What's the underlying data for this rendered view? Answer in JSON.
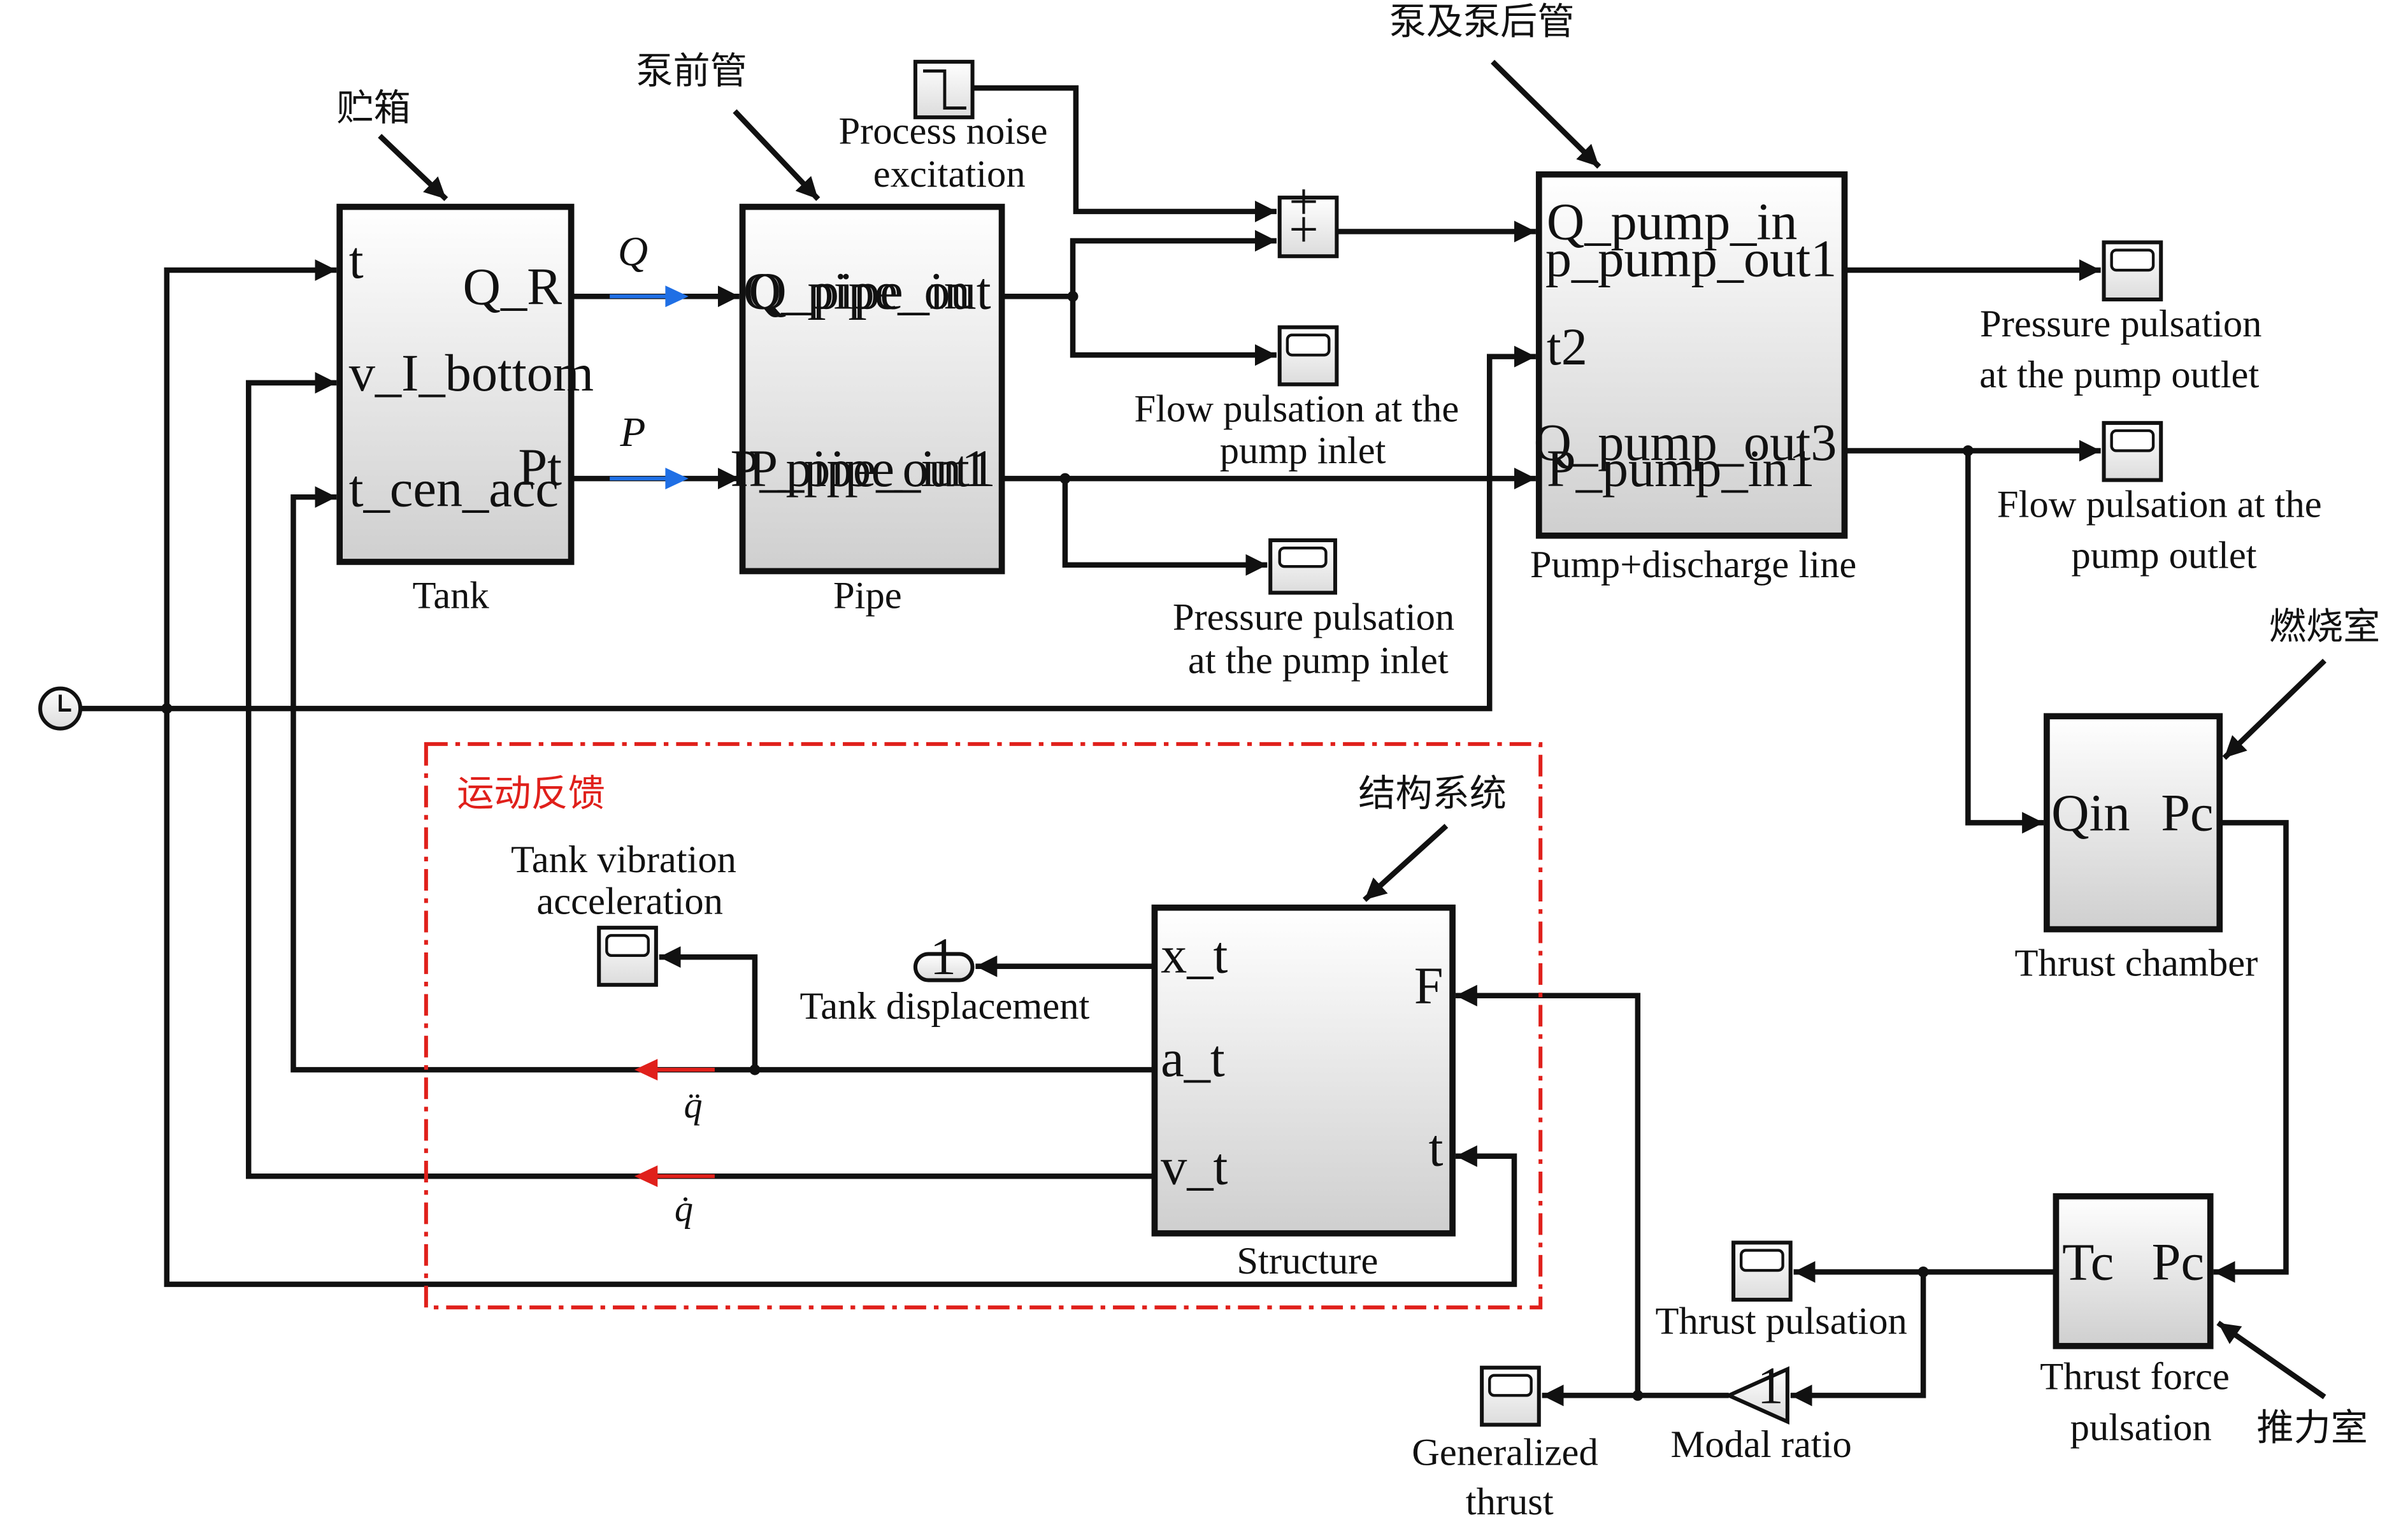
{
  "annotations": {
    "tank_cn": "贮箱",
    "pipe_cn": "泵前管",
    "pump_cn": "泵及泵后管",
    "chamber_cn": "燃烧室",
    "thrust_cn": "推力室",
    "structure_cn": "结构系统",
    "feedback_cn": "运动反馈"
  },
  "signals": {
    "Q": "Q",
    "P": "P",
    "qdd": "q̈",
    "qd": "q̇"
  },
  "blocks": {
    "tank": {
      "label": "Tank",
      "ports": {
        "t": "t",
        "v_I_bottom": "v_I_bottom",
        "t_cen_acc": "t_cen_acc",
        "Q_R": "Q_R",
        "Pt": "Pt"
      }
    },
    "pipe": {
      "label": "Pipe",
      "ports": {
        "Q_pipe_in": "Q_pipe_in",
        "P_pipe_in1": "P_pipe_in1",
        "Q_pipe_out": "Q_pipe_out",
        "P_pipe_out1": "P_pipe_out1"
      }
    },
    "pump": {
      "label": "Pump+discharge line",
      "ports": {
        "Q_pump_in": "Q_pump_in",
        "t2": "t2",
        "P_pump_in1": "P_pump_in1",
        "p_pump_out1": "p_pump_out1",
        "Q_pump_out3": "Q_pump_out3"
      }
    },
    "chamber": {
      "label": "Thrust chamber",
      "ports": {
        "Qin": "Qin",
        "Pc": "Pc"
      }
    },
    "structure": {
      "label": "Structure",
      "ports": {
        "x_t": "x_t",
        "a_t": "a_t",
        "v_t": "v_t",
        "F": "F",
        "t": "t"
      }
    },
    "thrust": {
      "label_line1": "Thrust force",
      "label_line2": "pulsation",
      "ports": {
        "Tc": "Tc",
        "Pc": "Pc"
      }
    },
    "sum": {
      "sign1": "+",
      "sign2": "+"
    },
    "outport": {
      "value": "1"
    },
    "gain": {
      "value": "1"
    }
  },
  "labels": {
    "process_noise_1": "Process noise",
    "process_noise_2": "excitation",
    "flow_inlet_1": "Flow pulsation at the",
    "flow_inlet_2": "pump inlet",
    "pressure_inlet_1": "Pressure pulsation",
    "pressure_inlet_2": "at the pump inlet",
    "pressure_outlet_1": "Pressure pulsation",
    "pressure_outlet_2": "at the pump outlet",
    "flow_outlet_1": "Flow pulsation at the",
    "flow_outlet_2": "pump outlet",
    "tank_vib_1": "Tank vibration",
    "tank_vib_2": "acceleration",
    "tank_disp": "Tank displacement",
    "thrust_pulsation": "Thrust pulsation",
    "modal_ratio": "Modal ratio",
    "gen_thrust_1": "Generalized",
    "gen_thrust_2": "thrust"
  },
  "colors": {
    "line": "#111111",
    "signal_arrow": "#1f6fe5",
    "feedback": "#e0201b",
    "block_top": "#ffffff",
    "block_bottom": "#cfcfcf"
  }
}
